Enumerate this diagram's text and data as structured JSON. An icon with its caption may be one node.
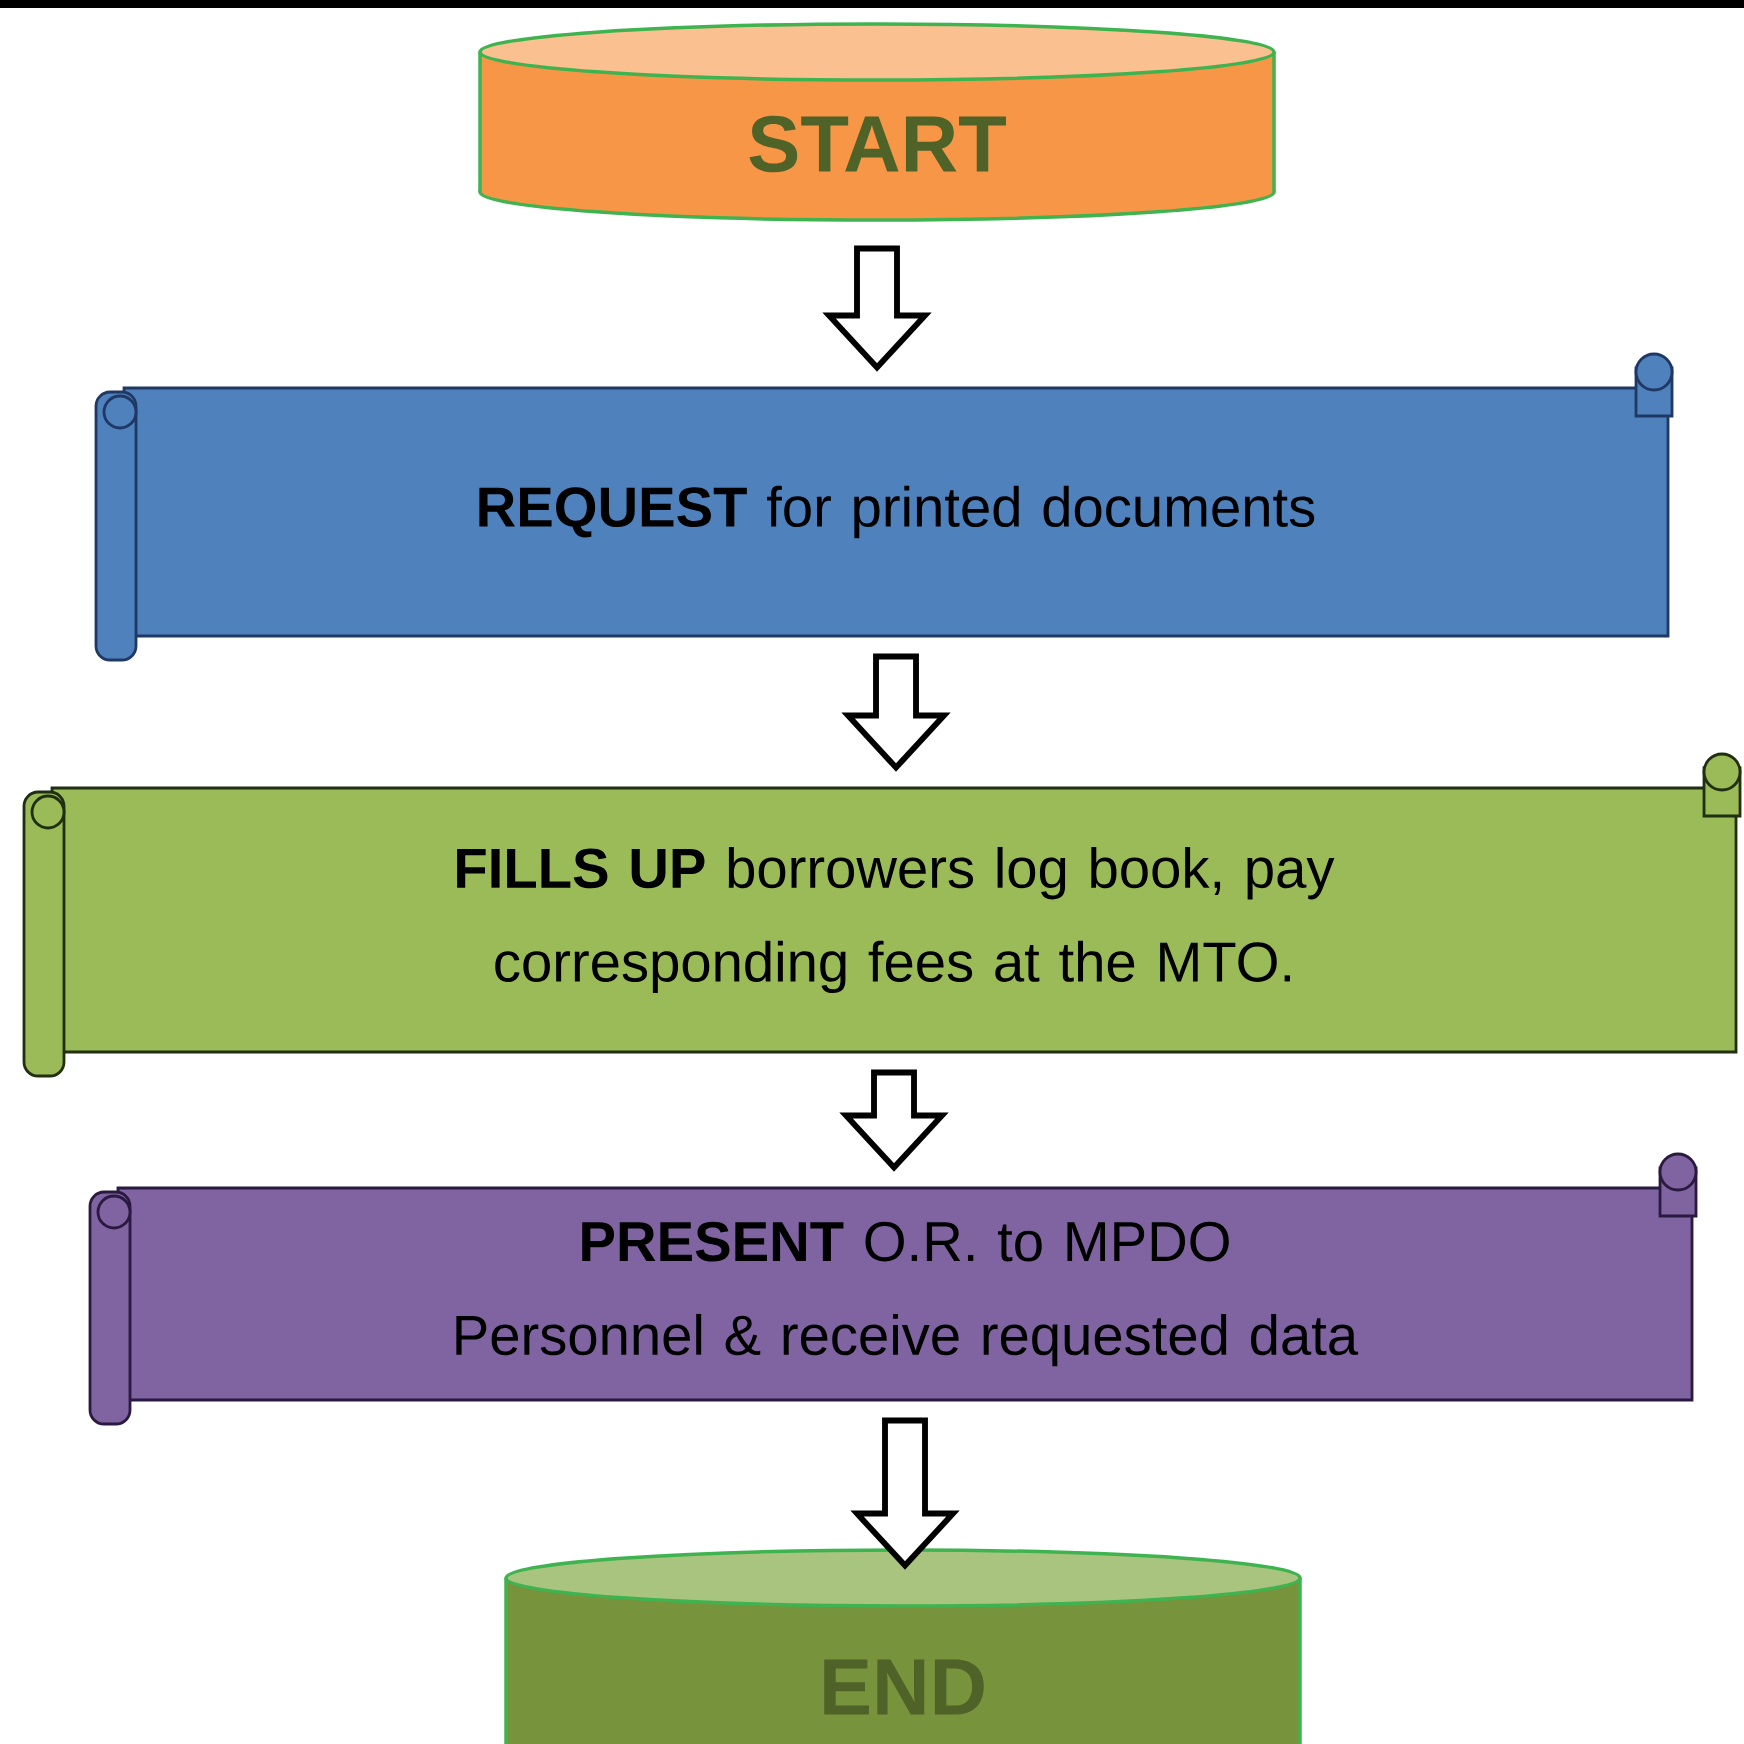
{
  "diagram": {
    "nodes": [
      {
        "text": [
          "START"
        ]
      },
      {
        "text": [
          "**REQUEST** for printed documents"
        ]
      },
      {
        "text": [
          "**FILLS UP** borrowers log book, pay corresponding fees at the MTO."
        ]
      },
      {
        "text": [
          "**PRESENT** O.R. to MPDO Personnel & receive requested data"
        ]
      },
      {
        "text": [
          "END"
        ]
      }
    ],
    "edges": [
      {
        "from": 0,
        "to": 1,
        "arrow": "to"
      },
      {
        "from": 1,
        "to": 2,
        "arrow": "to"
      },
      {
        "from": 2,
        "to": 3,
        "arrow": "to"
      },
      {
        "from": 3,
        "to": 4,
        "arrow": "to"
      }
    ]
  }
}
